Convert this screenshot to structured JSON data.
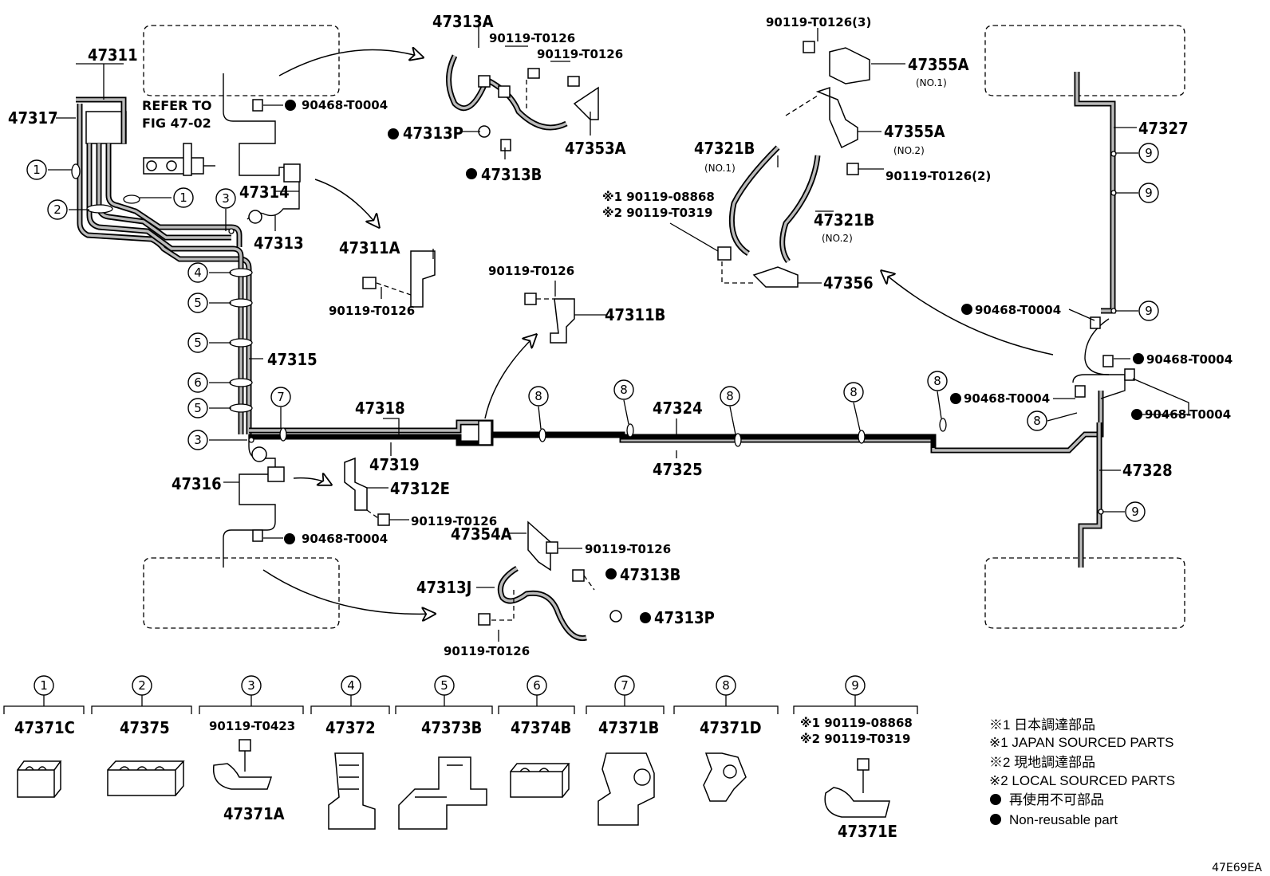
{
  "parts": {
    "p47311": "47311",
    "p47317": "47317",
    "refer_line1": "REFER TO",
    "refer_line2": "FIG 47-02",
    "p90468_top": "90468-T0004",
    "p47314": "47314",
    "p47313": "47313",
    "p47315": "47315",
    "p47316": "47316",
    "p90468_bottom": "90468-T0004",
    "p47313A": "47313A",
    "p90119_a1": "90119-T0126",
    "p90119_a2": "90119-T0126",
    "p47313P_top": "47313P",
    "p47313B_top": "47313B",
    "p47353A": "47353A",
    "p47311A": "47311A",
    "p90119_b": "90119-T0126",
    "p90119_c": "90119-T0126",
    "p47311B": "47311B",
    "p47318": "47318",
    "p47319": "47319",
    "p47324": "47324",
    "p47325": "47325",
    "p47312E": "47312E",
    "p90119_d": "90119-T0126",
    "p47354A": "47354A",
    "p90119_e": "90119-T0126",
    "p47313B_bot": "47313B",
    "p47313J": "47313J",
    "p47313P_bot": "47313P",
    "p90119_f": "90119-T0126",
    "p90119_g3": "90119-T0126(3)",
    "p47355A_1": "47355A",
    "no1_a": "(NO.1)",
    "p47355A_2": "47355A",
    "no2_a": "(NO.2)",
    "p90119_g2": "90119-T0126(2)",
    "p47321B_1": "47321B",
    "no1_b": "(NO.1)",
    "p47321B_2": "47321B",
    "no2_b": "(NO.2)",
    "ref1_code": "※1 90119-08868",
    "ref2_code": "※2 90119-T0319",
    "p47356": "47356",
    "p47327": "47327",
    "p47328": "47328",
    "p90468_r1": "90468-T0004",
    "p90468_r2": "90468-T0004",
    "p90468_r3": "90468-T0004",
    "p90468_r4": "90468-T0004"
  },
  "clamp_legend": [
    {
      "num": "1",
      "part": "47371C"
    },
    {
      "num": "2",
      "part": "47375"
    },
    {
      "num": "3",
      "part": "47371A",
      "bolt": "90119-T0423"
    },
    {
      "num": "4",
      "part": "47372"
    },
    {
      "num": "5",
      "part": "47373B"
    },
    {
      "num": "6",
      "part": "47374B"
    },
    {
      "num": "7",
      "part": "47371B"
    },
    {
      "num": "8",
      "part": "47371D"
    },
    {
      "num": "9",
      "part": "47371E",
      "bolt1": "※1 90119-08868",
      "bolt2": "※2 90119-T0319"
    }
  ],
  "notes": {
    "n1": "※1 日本調達部品",
    "n2": "※1 JAPAN SOURCED PARTS",
    "n3": "※2 現地調達部品",
    "n4": "※2 LOCAL SOURCED PARTS",
    "n5": "再使用不可部品",
    "n6": "Non-reusable part"
  },
  "figure_code": "47E69EA",
  "icons": [
    "non-reusable-dot-icon",
    "clamp-icon",
    "bolt-icon",
    "flow-arrow-icon"
  ]
}
